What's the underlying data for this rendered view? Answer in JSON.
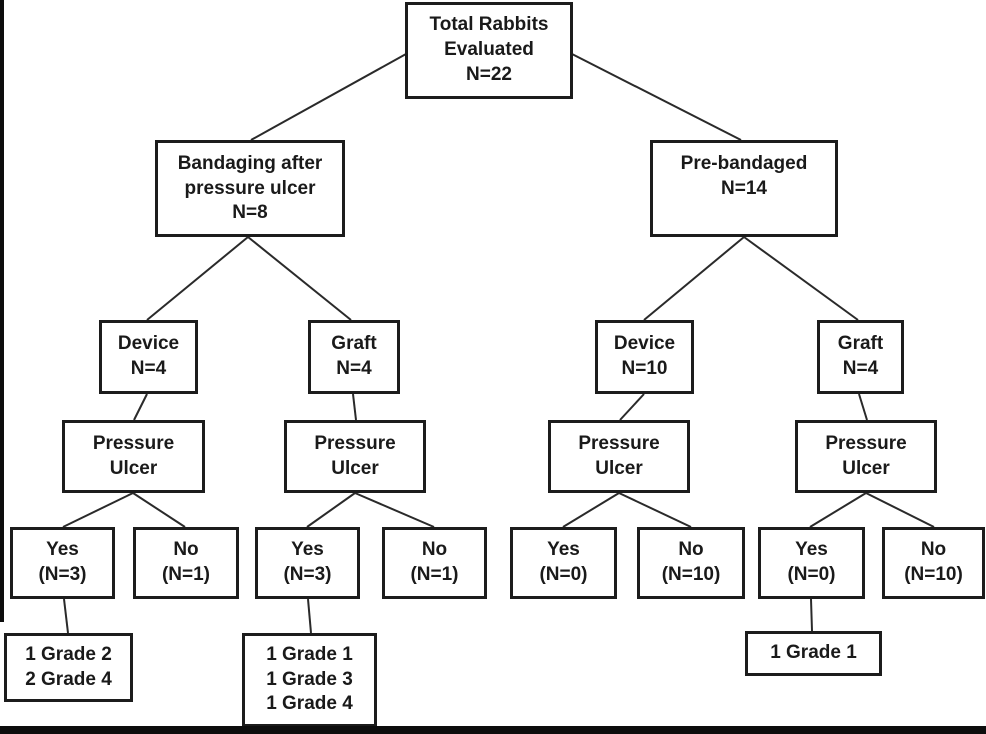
{
  "flowchart": {
    "root": {
      "label": "Total Rabbits\nEvaluated\nN=22"
    },
    "level2": {
      "bandaging_after": {
        "label": "Bandaging after\npressure ulcer\nN=8"
      },
      "pre_bandaged": {
        "label": "Pre-bandaged\nN=14"
      }
    },
    "treatments": {
      "bandaging_device": {
        "label": "Device\nN=4"
      },
      "bandaging_graft": {
        "label": "Graft\nN=4"
      },
      "prebandaged_device": {
        "label": "Device\nN=10"
      },
      "prebandaged_graft": {
        "label": "Graft\nN=4"
      }
    },
    "pressure_ulcer": {
      "label": "Pressure\nUlcer"
    },
    "outcomes": {
      "bandaging_device": {
        "yes": "Yes\n(N=3)",
        "no": "No\n(N=1)"
      },
      "bandaging_graft": {
        "yes": "Yes\n(N=3)",
        "no": "No\n(N=1)"
      },
      "prebandaged_device": {
        "yes": "Yes\n(N=0)",
        "no": "No\n(N=10)"
      },
      "prebandaged_graft": {
        "yes": "Yes\n(N=0)",
        "no": "No\n(N=10)"
      }
    },
    "grades": {
      "bandaging_device": {
        "label": "1 Grade 2\n2 Grade 4"
      },
      "bandaging_graft": {
        "label": "1 Grade 1\n1 Grade 3\n1 Grade 4"
      },
      "prebandaged_graft": {
        "label": "1 Grade 1"
      }
    },
    "colors": {
      "box_border": "#1c1c1c",
      "connector_line": "#2a2a2a",
      "background": "#ffffff",
      "edge_bars": "#0d0d0d"
    }
  }
}
